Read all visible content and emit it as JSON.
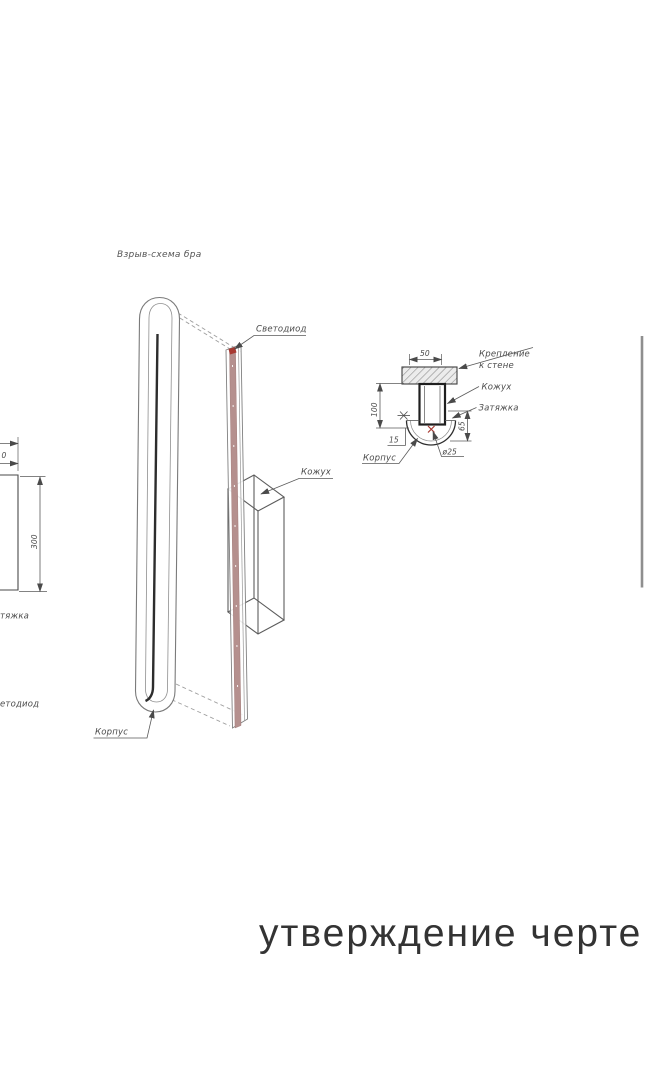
{
  "caption": {
    "text": "утверждение черте"
  },
  "drawing": {
    "title": "Взрыв-схема бра",
    "exploded": {
      "led_label": "Светодиод",
      "cover_label": "Кожух",
      "body_label": "Корпус"
    },
    "section": {
      "wall_mount_line1": "Крепление",
      "wall_mount_line2": "к стене",
      "cover_label": "Кожух",
      "tie_label": "Затяжка",
      "body_label": "Корпус",
      "dim_width": "50",
      "dim_height": "100",
      "dim_offset": "15",
      "dim_depth": "65",
      "dim_diameter": "ø25"
    },
    "front": {
      "dim_height": "300",
      "dim_top_partial": "0",
      "tie_label_partial": "тяжка",
      "led_label_partial": "етодиод"
    },
    "colors": {
      "line": "#5a5a5a",
      "dark_line": "#2d2d2d",
      "led_strip": "#b5908e",
      "accent_red": "#a83a32",
      "text": "#4a4a4a",
      "edge_bar": "#8f8f8f"
    }
  }
}
